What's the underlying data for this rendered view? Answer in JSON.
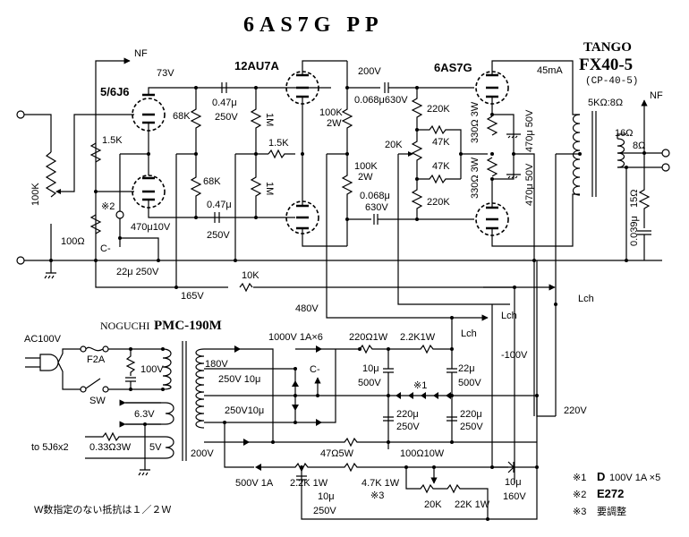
{
  "title": "6AS7G PP",
  "tubes": {
    "driver1": "5/6J6",
    "driver2": "12AU7A",
    "output": "6AS7G"
  },
  "output_transformer": {
    "brand": "TANGO",
    "model": "FX40-5",
    "alt_model": "(CP-40-5)",
    "ratio": "5KΩ:8Ω",
    "tap_16": "16Ω",
    "tap_8": "8Ω"
  },
  "power_transformer": {
    "brand": "NOGUCHI",
    "model": "PMC-190M"
  },
  "labels": {
    "nf_top": "NF",
    "nf_right": "NF",
    "v73": "73V",
    "v200": "200V",
    "i45": "45mA",
    "v165": "165V",
    "v480": "480V",
    "vm100": "-100V",
    "v220": "220V",
    "lch1": "Lch",
    "lch2": "Lch",
    "lch3": "Lch",
    "c_minus1": "C-",
    "c_minus2": "C-",
    "mark2": "※2",
    "mark1": "※1",
    "mark3": "※3",
    "ac100v": "AC100V",
    "fuse": "F2A",
    "sw": "SW",
    "v100": "100V",
    "v63": "6.3V",
    "v5": "5V",
    "v180": "180V",
    "v200sec": "200V",
    "to_5j6": "to 5J6x2",
    "diodes6": "1000V 1A×6",
    "d500": "500V 1A",
    "note_w": "W数指定のない抵抗は１／２Ｗ"
  },
  "components": {
    "pot_100k": "100K",
    "r_100": "100Ω",
    "r_15k_a": "1.5K",
    "r_68k_a": "68K",
    "r_68k_b": "68K",
    "c_047_a": "0.47μ",
    "c_047_a_v": "250V",
    "c_047_b": "0.47μ",
    "c_047_b_v": "250V",
    "r_1m_a": "1M",
    "r_1m_b": "1M",
    "r_15k_b": "1.5K",
    "r_100k_a": "100K",
    "r_100k_a_w": "2W",
    "r_100k_b": "100K",
    "r_100k_b_w": "2W",
    "c_0068_a": "0.068μ630V",
    "c_0068_b": "0.068μ",
    "c_0068_b_v": "630V",
    "r_220k_a": "220K",
    "r_220k_b": "220K",
    "r_47k_a": "47K",
    "r_47k_b": "47K",
    "pot_20k": "20K",
    "r_330_a": "330Ω 3W",
    "r_330_b": "330Ω 3W",
    "c_470_a": "470μ 50V",
    "c_470_b": "470μ 50V",
    "c_470_10": "470μ10V",
    "c_22_250": "22μ 250V",
    "r_10k": "10K",
    "r_15": "15Ω",
    "c_0039": "0.039μ",
    "r_220_1w": "220Ω1W",
    "r_22k_1w_a": "2.2K1W",
    "c_10_500": "10μ",
    "c_10_500_v": "500V",
    "c_22_500": "22μ",
    "c_22_500_v": "500V",
    "c_220_a": "220μ",
    "c_220_a_v": "250V",
    "c_220_b": "220μ",
    "c_220_b_v": "250V",
    "r_100_10w": "100Ω10W",
    "r_47_5w": "47Ω5W",
    "c_10_250_a": "250V 10μ",
    "c_10_250_b": "250V10μ",
    "r_033": "0.33Ω3W",
    "r_22k_1w_b": "2.2K 1W",
    "r_47k_1w": "4.7K 1W",
    "pot_20k_b": "20K",
    "r_22k_1w": "22K 1W",
    "c_10_250_c": "10μ",
    "c_10_250_c_v": "250V",
    "c_10_160": "10μ",
    "c_10_160_v": "160V"
  },
  "legend": [
    {
      "mark": "※1",
      "bold": "D",
      "text": "100V 1A ×5"
    },
    {
      "mark": "※2",
      "bold": "E272",
      "text": ""
    },
    {
      "mark": "※3",
      "bold": "",
      "text": "要調整"
    }
  ]
}
